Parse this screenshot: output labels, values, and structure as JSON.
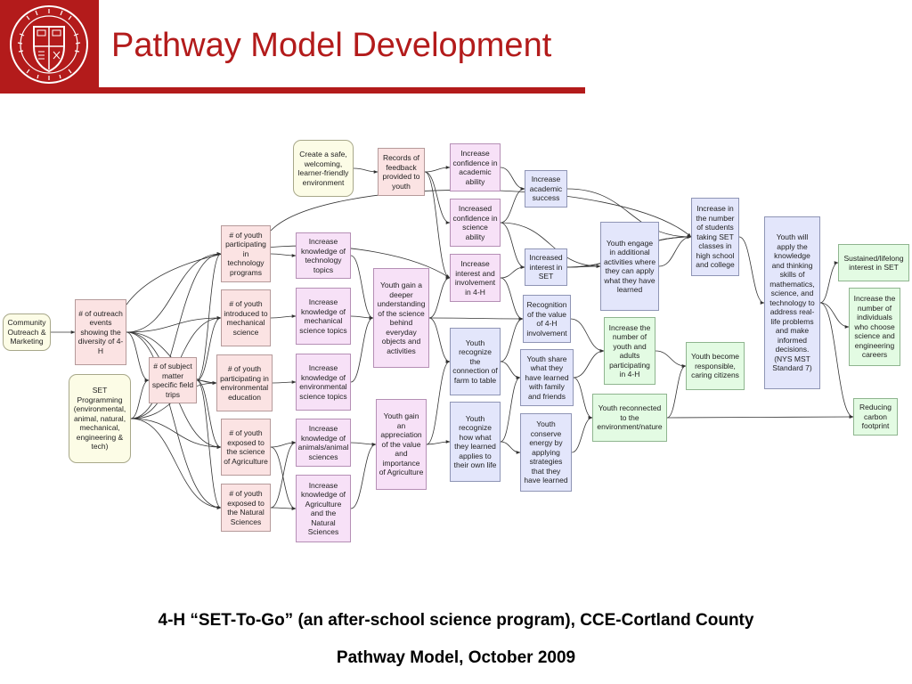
{
  "slide": {
    "title": "Pathway Model Development",
    "caption_line1": "4-H “SET-To-Go” (an after-school science program), CCE-Cortland County",
    "caption_line2": "Pathway Model, October 2009",
    "accent_color": "#b31b1b"
  },
  "logo": {
    "text": "CORNELL UNIVERSITY · FOUNDED A.D. 1865"
  },
  "nodes": [
    {
      "id": "community",
      "text": "Community Outreach & Marketing"
    },
    {
      "id": "set_prog",
      "text": "SET Programming (environmental, animal, natural, mechanical, engineering & tech)"
    },
    {
      "id": "outreach_events",
      "text": "# of outreach events showing the diversity of 4-H"
    },
    {
      "id": "field_trips",
      "text": "# of subject matter specific field trips"
    },
    {
      "id": "tech_programs",
      "text": "# of youth participating in technology programs"
    },
    {
      "id": "mech_science",
      "text": "# of youth introduced to mechanical science"
    },
    {
      "id": "env_education",
      "text": "# of youth participating in environmental education"
    },
    {
      "id": "agriculture",
      "text": "# of youth exposed to the science of Agriculture"
    },
    {
      "id": "nat_sciences",
      "text": "# of youth exposed to the Natural Sciences"
    },
    {
      "id": "safe_env",
      "text": "Create a safe, welcoming, learner-friendly environment"
    },
    {
      "id": "feedback",
      "text": "Records of feedback provided to youth"
    },
    {
      "id": "k_tech",
      "text": "Increase knowledge of technology topics"
    },
    {
      "id": "k_mech",
      "text": "Increase knowledge of mechanical science topics"
    },
    {
      "id": "k_env",
      "text": "Increase knowledge of environmental science topics"
    },
    {
      "id": "k_animal",
      "text": "Increase knowledge of animals/animal sciences"
    },
    {
      "id": "k_agri",
      "text": "Increase knowledge of Agriculture and the Natural Sciences"
    },
    {
      "id": "deeper_understanding",
      "text": "Youth gain a deeper understanding of the science behind everyday objects and activities"
    },
    {
      "id": "appreciation_agri",
      "text": "Youth gain an appreciation of the value and importance of Agriculture"
    },
    {
      "id": "conf_academic",
      "text": "Increase confidence in academic ability"
    },
    {
      "id": "conf_science",
      "text": "Increased confidence in science ability"
    },
    {
      "id": "interest_involvement",
      "text": "Increase interest and involvement in 4-H"
    },
    {
      "id": "farm_table",
      "text": "Youth recognize the connection of farm to table"
    },
    {
      "id": "apply_life",
      "text": "Youth recognize how what they learned applies to their own life"
    },
    {
      "id": "academic_success",
      "text": "Increase academic success"
    },
    {
      "id": "interest_set",
      "text": "Increased interest in SET"
    },
    {
      "id": "value_4h",
      "text": "Recognition of the value of 4-H involvement"
    },
    {
      "id": "share_family",
      "text": "Youth share what they have learned with family and friends"
    },
    {
      "id": "conserve_energy",
      "text": "Youth conserve energy by applying strategies that they have learned"
    },
    {
      "id": "additional_activities",
      "text": "Youth engage in additional activities where they can apply what they have learned"
    },
    {
      "id": "youth_adults",
      "text": "Increase the number of youth and adults participating in 4-H"
    },
    {
      "id": "reconnected",
      "text": "Youth reconnected to the environment/nature"
    },
    {
      "id": "high_school",
      "text": "Increase in the number of students taking SET classes in high school and college"
    },
    {
      "id": "responsible",
      "text": "Youth become responsible, caring citizens"
    },
    {
      "id": "thinking_skills",
      "text": "Youth will apply the knowledge and thinking skills of mathematics, science, and technology to address real-life problems and make informed decisions. (NYS MST Standard 7)"
    },
    {
      "id": "lifelong",
      "text": "Sustained/lifelong interest in SET"
    },
    {
      "id": "careers",
      "text": "Increase the number of individuals who choose science and engineering careers"
    },
    {
      "id": "carbon",
      "text": "Reducing carbon footprint"
    }
  ],
  "colors": {
    "activity": "#fbe3e3",
    "short_term": "#f7e1f7",
    "mid_term": "#e3e6fb",
    "long_term": "#e3fbe3",
    "input": "#fcfce6",
    "edge": "#333333"
  }
}
